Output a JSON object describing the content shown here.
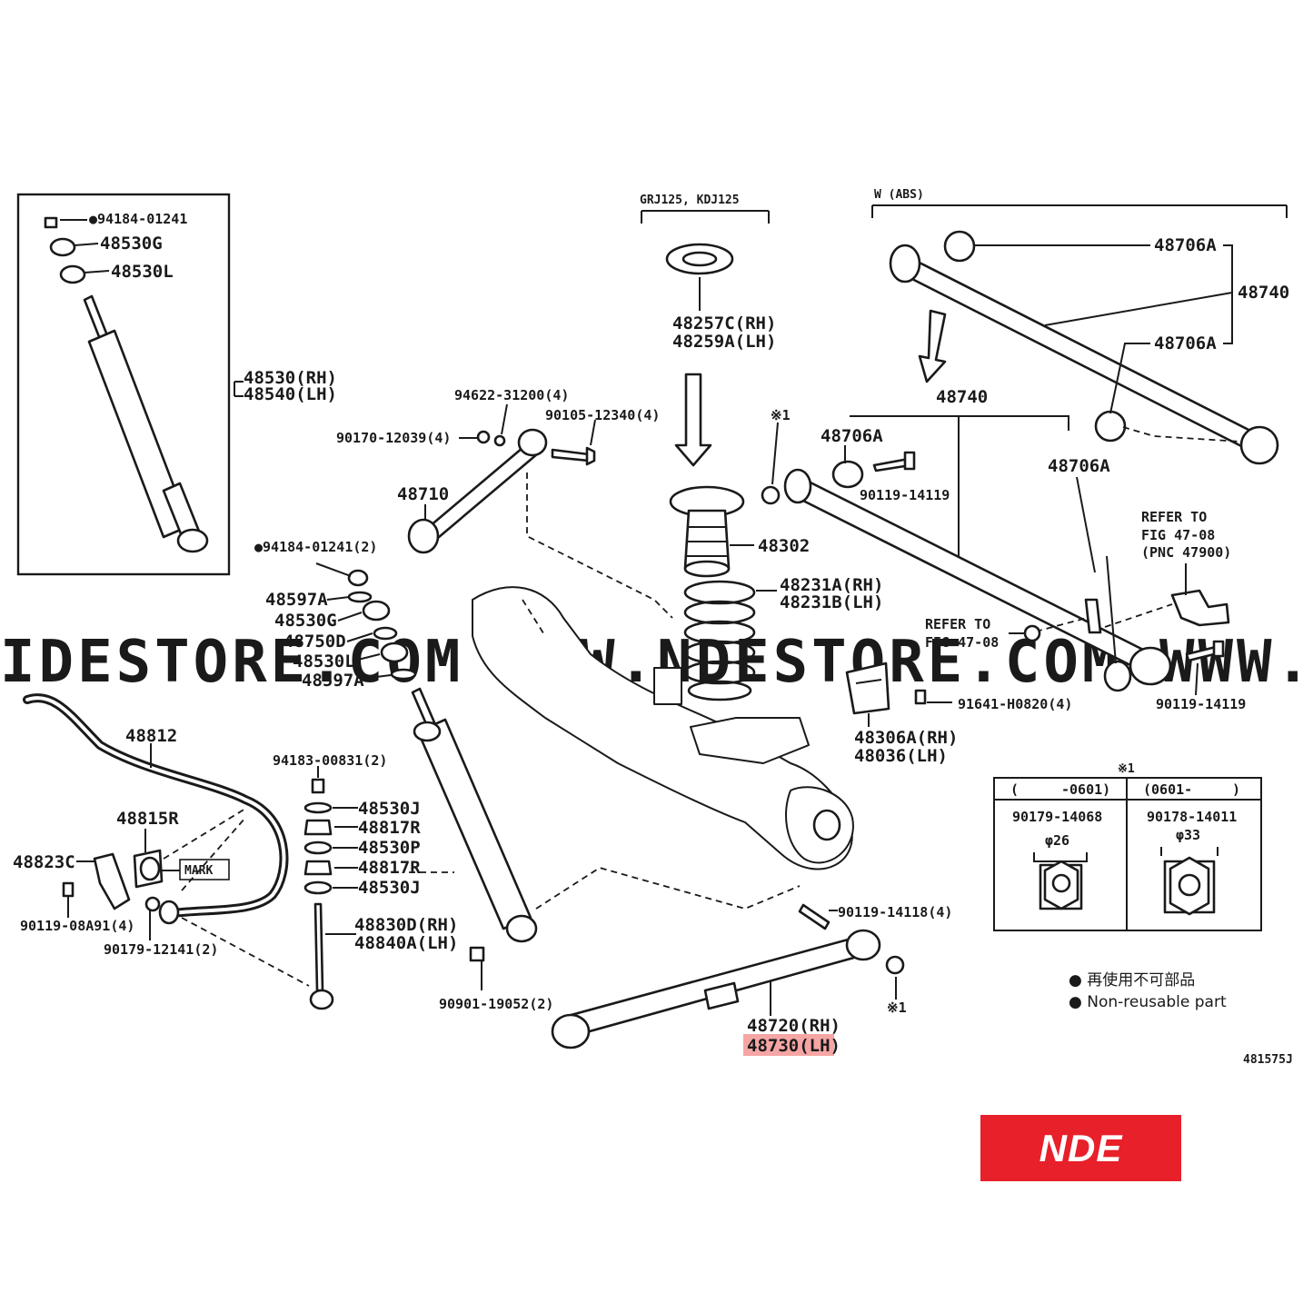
{
  "watermark": "IDESTORE.COM WWW.NDESTORE.COM WWW.NDESTORE.C",
  "badge": {
    "text": "NDE",
    "color": "#e8202a"
  },
  "highlight_color": "#f6a5a5",
  "groups": {
    "grj": "GRJ125, KDJ125",
    "w_abs": "W (ABS)"
  },
  "labels": {
    "p94184_top": "●94184-01241",
    "p48530g_top": "48530G",
    "p48530l_top": "48530L",
    "p48530rh": "48530(RH)",
    "p48540lh": "48540(LH)",
    "p94622": "94622-31200(4)",
    "p90105": "90105-12340(4)",
    "p90170": "90170-12039(4)",
    "p48710": "48710",
    "p94184_2": "●94184-01241(2)",
    "p48597a_1": "48597A",
    "p48530g_2": "48530G",
    "p48750d": "48750D",
    "p48530l_2": "48530L",
    "p48597a_2": "48597A",
    "p48257c": "48257C(RH)",
    "p48259a": "48259A(LH)",
    "mark1_a": "※1",
    "p48302": "48302",
    "p48231a": "48231A(RH)",
    "p48231b": "48231B(LH)",
    "p48706a_1": "48706A",
    "p48740_top": "48740",
    "p48706a_2": "48706A",
    "p48740_mid": "48740",
    "p48706a_3": "48706A",
    "p90119_a": "90119-14119",
    "p48706a_4": "48706A",
    "refer1_a": "REFER TO",
    "refer1_b": "FIG 47-08",
    "refer1_c": "(PNC 47900)",
    "refer2_a": "REFER TO",
    "refer2_b": "FIG 47-08",
    "p90119_b": "90119-14119",
    "p91641": "91641-H0820(4)",
    "p48306a": "48306A(RH)",
    "p48036": "48036(LH)",
    "p48812": "48812",
    "p48815r": "48815R",
    "p48823c": "48823C",
    "mark_tag": "MARK",
    "p90119_08a": "90119-08A91(4)",
    "p90179_12141": "90179-12141(2)",
    "p94183": "94183-00831(2)",
    "p48530j_1": "48530J",
    "p48817r_1": "48817R",
    "p48530p": "48530P",
    "p48817r_2": "48817R",
    "p48530j_2": "48530J",
    "p48830d": "48830D(RH)",
    "p48840a": "48840A(LH)",
    "p90901": "90901-19052(2)",
    "p90119_14118": "90119-14118(4)",
    "mark1_b": "※1",
    "p48720": "48720(RH)",
    "p48730": "48730(LH)",
    "legend_jp": "● 再使用不可部品",
    "legend_en": "● Non-reusable part",
    "fig_code": "481575J"
  },
  "table": {
    "title": "※1",
    "columns": [
      {
        "range_open": "(",
        "range_value": "-0601)",
        "part": "90179-14068",
        "size": "φ26"
      },
      {
        "range_open": "(0601-",
        "range_value": ")",
        "part": "90178-14011",
        "size": "φ33"
      }
    ]
  }
}
